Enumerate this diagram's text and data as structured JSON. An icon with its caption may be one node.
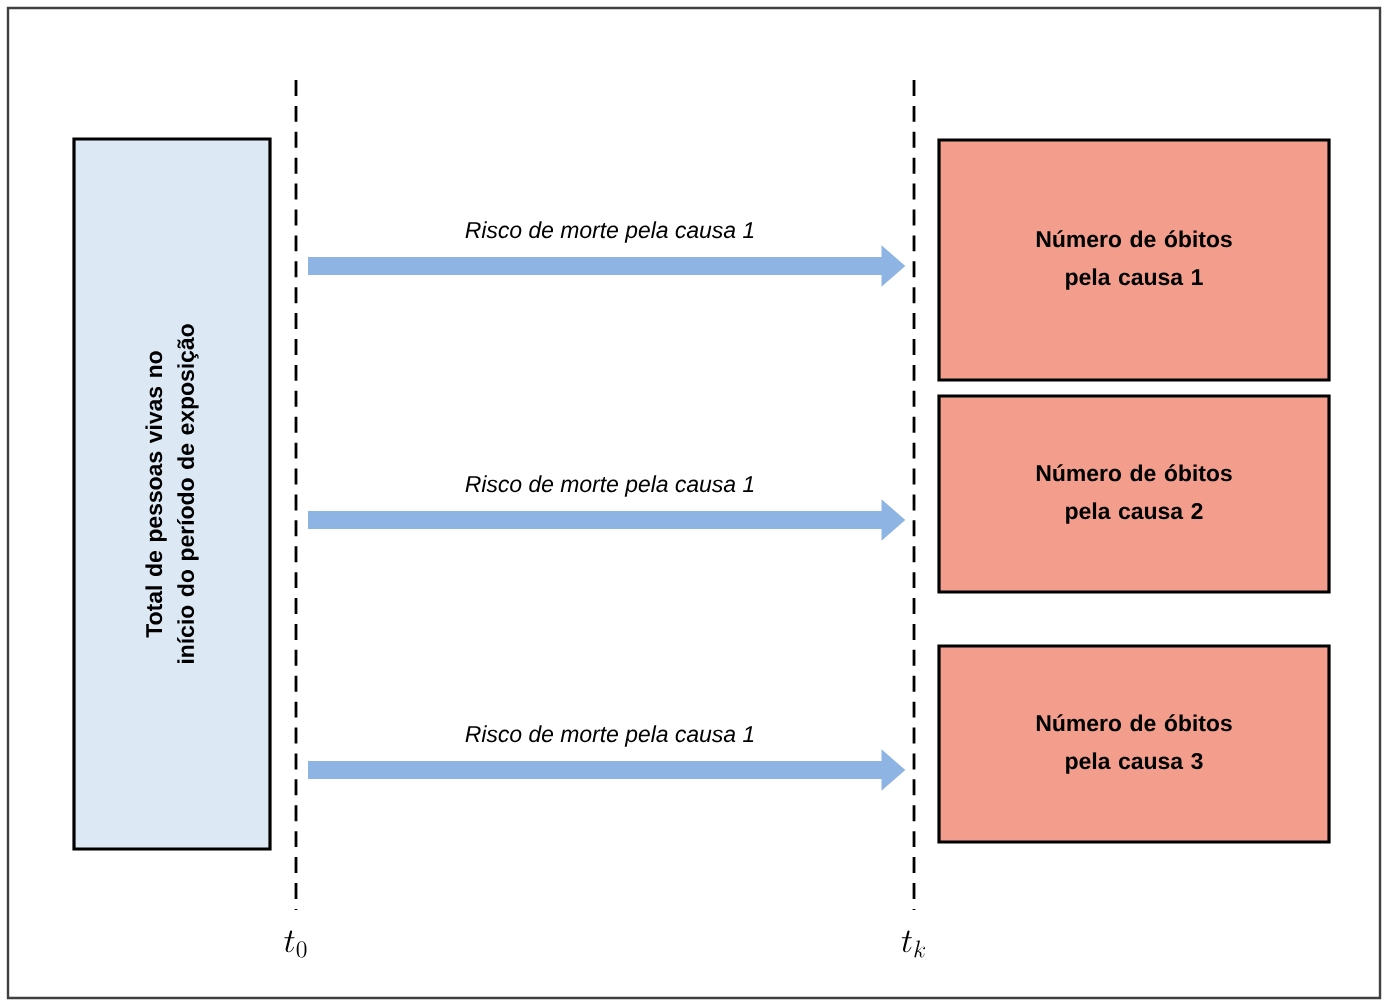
{
  "diagram": {
    "nodes": [
      {
        "text": [
          "Total de pessoas vivas no início do período de exposição"
        ]
      },
      {
        "text": [
          "Número de óbitos pela causa 1"
        ]
      },
      {
        "text": [
          "Número de óbitos pela causa 2"
        ]
      },
      {
        "text": [
          "Número de óbitos pela causa 3"
        ]
      }
    ],
    "edges": [
      {
        "from": null,
        "to": 1,
        "arrow": "to",
        "label": "Risco de morte pela causa 1"
      },
      {
        "from": null,
        "to": 2,
        "arrow": "to",
        "label": "Risco de morte pela causa 1"
      },
      {
        "from": null,
        "to": 3,
        "arrow": "to",
        "label": "Risco de morte pela causa 1"
      }
    ],
    "labels": [
      "t_0",
      "t_k"
    ]
  }
}
